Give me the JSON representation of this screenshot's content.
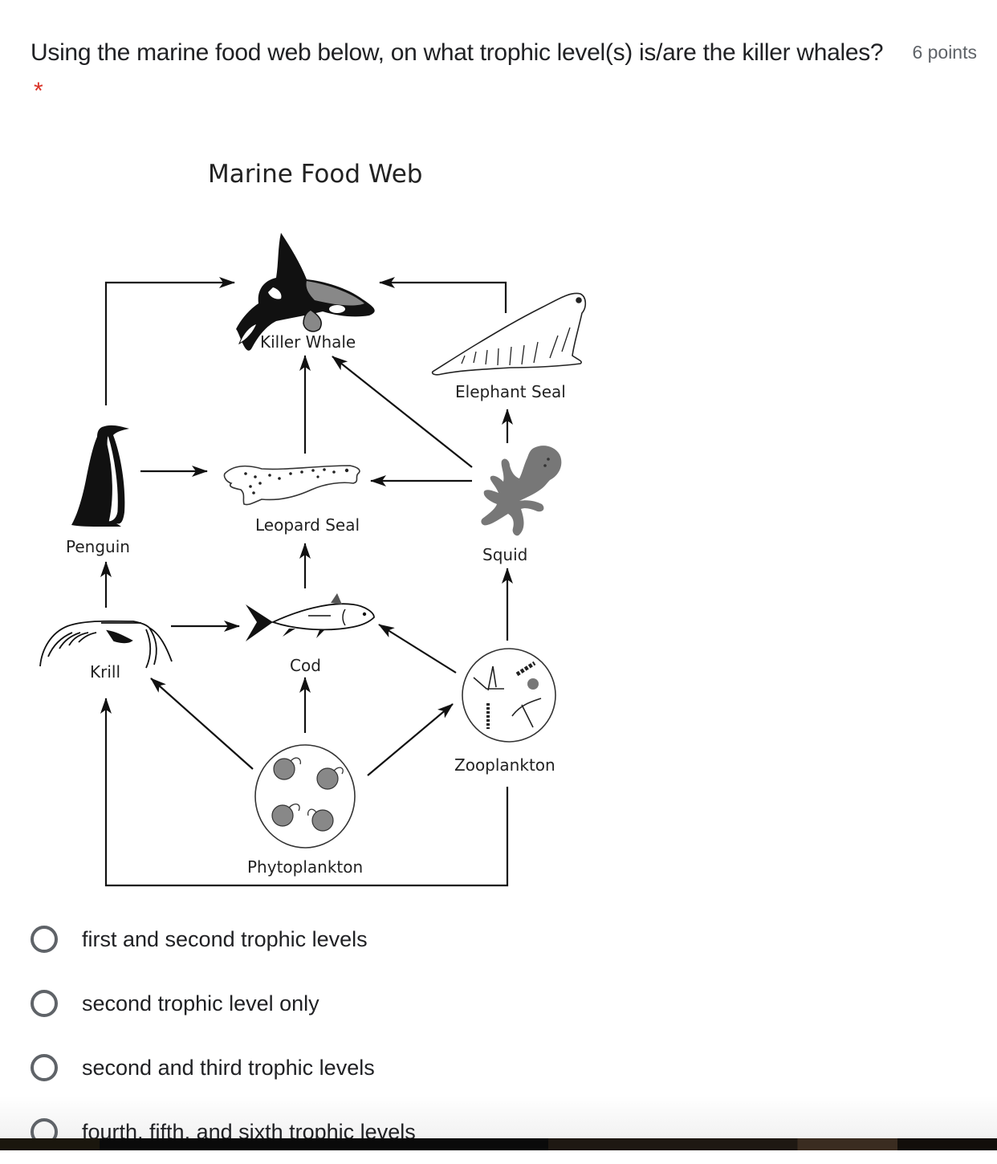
{
  "question": {
    "text": "Using the marine food web below, on what trophic level(s) is/are the killer whales?",
    "required_marker": "*",
    "points": "6 points"
  },
  "diagram": {
    "title": "Marine Food Web",
    "organisms": {
      "killer_whale": "Killer Whale",
      "elephant_seal": "Elephant Seal",
      "penguin": "Penguin",
      "leopard_seal": "Leopard Seal",
      "squid": "Squid",
      "krill": "Krill",
      "cod": "Cod",
      "zooplankton": "Zooplankton",
      "phytoplankton": "Phytoplankton"
    },
    "edges": [
      {
        "from": "Penguin",
        "to": "Killer Whale"
      },
      {
        "from": "Elephant Seal",
        "to": "Killer Whale"
      },
      {
        "from": "Leopard Seal",
        "to": "Killer Whale"
      },
      {
        "from": "Squid",
        "to": "Killer Whale"
      },
      {
        "from": "Squid",
        "to": "Elephant Seal"
      },
      {
        "from": "Penguin",
        "to": "Leopard Seal"
      },
      {
        "from": "Squid",
        "to": "Leopard Seal"
      },
      {
        "from": "Cod",
        "to": "Leopard Seal"
      },
      {
        "from": "Krill",
        "to": "Penguin"
      },
      {
        "from": "Krill",
        "to": "Cod"
      },
      {
        "from": "Zooplankton",
        "to": "Cod"
      },
      {
        "from": "Zooplankton",
        "to": "Squid"
      },
      {
        "from": "Phytoplankton",
        "to": "Krill"
      },
      {
        "from": "Phytoplankton",
        "to": "Cod"
      },
      {
        "from": "Phytoplankton",
        "to": "Zooplankton"
      },
      {
        "from": "Zooplankton",
        "to": "Krill"
      }
    ]
  },
  "options": [
    {
      "label": "first and second trophic levels",
      "selected": false
    },
    {
      "label": "second trophic level only",
      "selected": false
    },
    {
      "label": "second and third trophic levels",
      "selected": false
    },
    {
      "label": "fourth, fifth, and sixth trophic levels",
      "selected": false
    }
  ]
}
